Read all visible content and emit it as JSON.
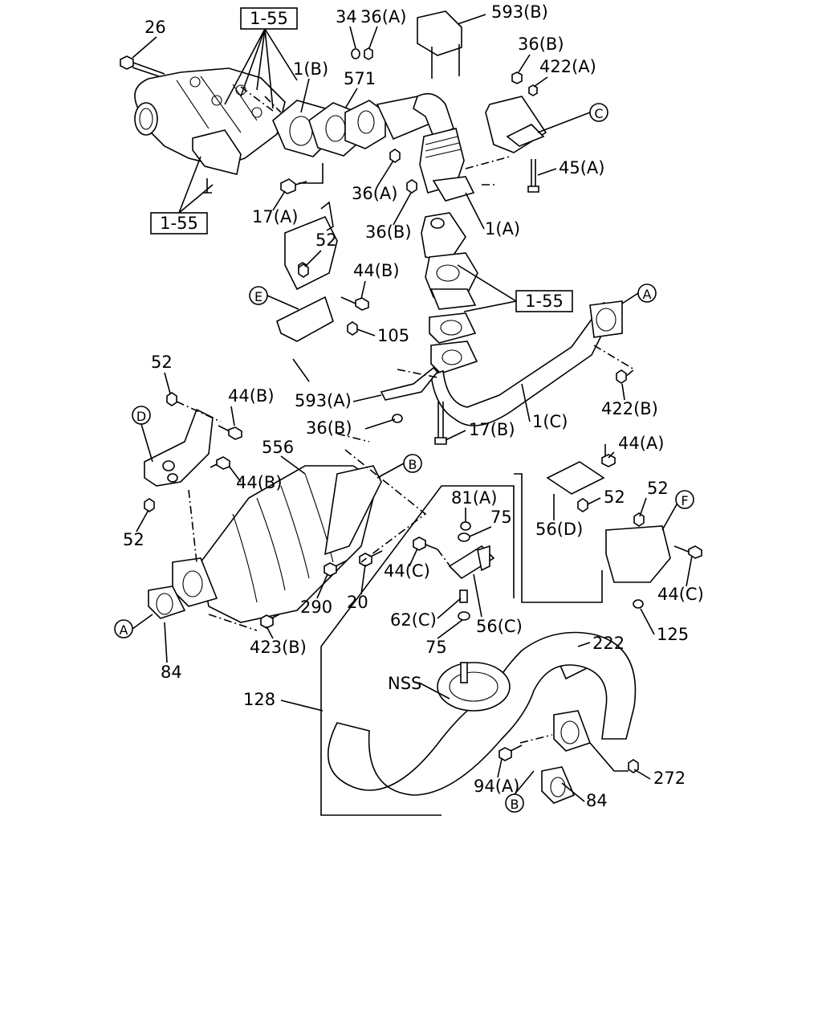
{
  "diagram": {
    "ref_box_label": "1-55",
    "callout_letters": [
      "A",
      "B",
      "C",
      "D",
      "E",
      "F"
    ],
    "part_labels": [
      "26",
      "34",
      "36(A)",
      "593(B)",
      "36(B)",
      "422(A)",
      "1(B)",
      "571",
      "C",
      "45(A)",
      "36(A)",
      "17(A)",
      "36(B)",
      "1(A)",
      "52",
      "44(B)",
      "E",
      "105",
      "A",
      "593(A)",
      "36(B)",
      "17(B)",
      "1(C)",
      "422(B)",
      "52",
      "44(B)",
      "D",
      "556",
      "B",
      "44(B)",
      "52",
      "44(A)",
      "52",
      "56(D)",
      "52",
      "F",
      "81(A)",
      "75",
      "44(C)",
      "290",
      "20",
      "44(C)",
      "62(C)",
      "56(C)",
      "75",
      "423(B)",
      "A",
      "84",
      "125",
      "222",
      "NSS",
      "128",
      "94(A)",
      "B",
      "84",
      "272"
    ]
  }
}
